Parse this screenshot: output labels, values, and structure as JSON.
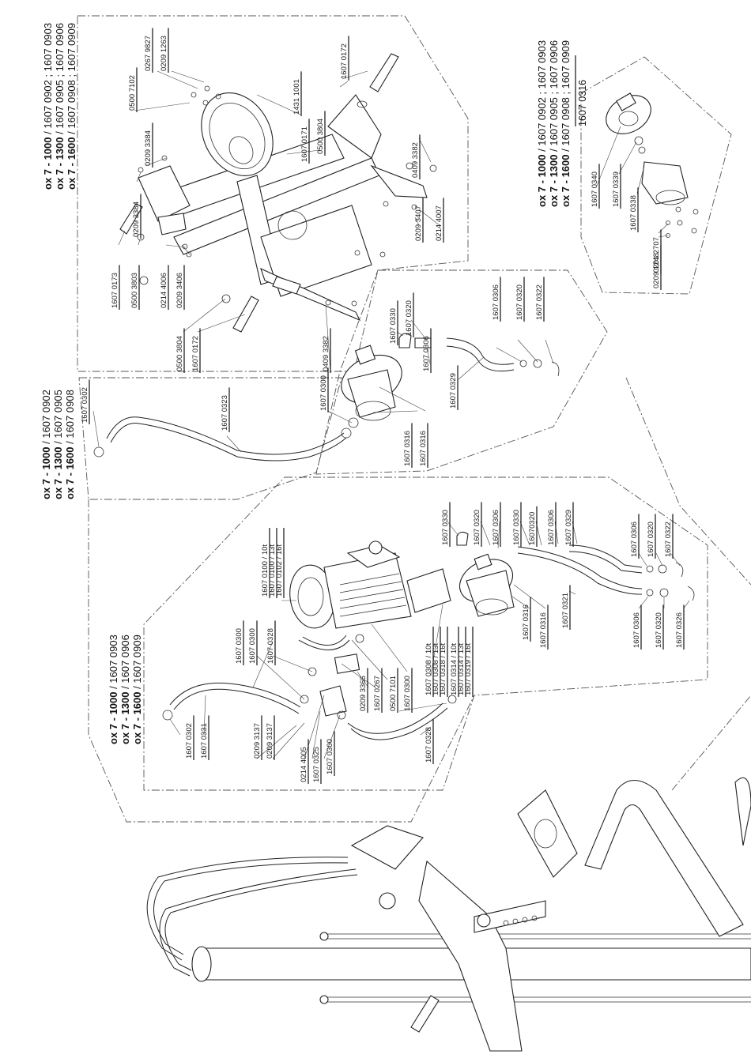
{
  "model_blocks": {
    "top_left": [
      {
        "model": "ox 7 - 1000",
        "codes": "/ 1607 0902 ; 1607 0903"
      },
      {
        "model": "ox 7 - 1300",
        "codes": "/ 1607 0905 ; 1607 0906"
      },
      {
        "model": "ox 7 - 1600",
        "codes": "/ 1607 0908 ; 1607 0909"
      }
    ],
    "top_right": [
      {
        "model": "ox 7 - 1000",
        "codes": "/ 1607 0902 ; 1607 0903"
      },
      {
        "model": "ox 7 - 1300",
        "codes": "/ 1607 0905 ; 1607 0906"
      },
      {
        "model": "ox 7 - 1600",
        "codes": "/ 1607 0908 ; 1607 0909"
      }
    ],
    "middle_left": [
      {
        "model": "ox 7 - 1000",
        "codes": "/ 1607 0902"
      },
      {
        "model": "ox 7 - 1300",
        "codes": "/ 1607 0905"
      },
      {
        "model": "ox 7 - 1600",
        "codes": "/ 1607 0908"
      }
    ],
    "lower_left": [
      {
        "model": "ox 7 - 1000",
        "codes": "/ 1607 0903"
      },
      {
        "model": "ox 7 - 1300",
        "codes": "/ 1607 0906"
      },
      {
        "model": "ox 7 - 1600",
        "codes": "/ 1607 0909"
      }
    ]
  },
  "pump_assembly_title": "1607 0316",
  "labels": {
    "frame": [
      "0500 7102",
      "0267 9827",
      "0209 1263",
      "0209 3384",
      "0209 3384",
      "1431 1001",
      "1607 0171",
      "0500 3804",
      "1607 0172",
      "0409 3382",
      "0209 3407",
      "0214 4007",
      "1607 0173",
      "0500 3803",
      "0214 4006",
      "0209 3406",
      "0500 3804",
      "1607 0172",
      "0409 3382"
    ],
    "pump_detail": [
      "1607 0340",
      "1607 0339",
      "1607 0338",
      "0201 2707",
      "0209 1248"
    ],
    "pto_pump": [
      "1607 0330",
      "1607 0320",
      "1607 0306",
      "1607 0329",
      "1607 0306",
      "1607 0320",
      "1607 0322",
      "1607 0316",
      "1607 0316",
      "1607 0300"
    ],
    "hose_middle": [
      "1607 0302",
      "1607 0323"
    ],
    "electric": [
      "1607 0330",
      "1607 0320",
      "1607 0306",
      "1607 0330",
      "16070320",
      "1607 0306",
      "1607 0329",
      "1607 0306",
      "1607 0320",
      "1607 0322",
      "1607 0321",
      "1607 0306",
      "1607 0320",
      "1607 0326",
      "1607 0316",
      "1607 0316"
    ],
    "motor": [
      "1607 0100 / 10t",
      "1607 0100 / 13t",
      "1607 0102 / 16t"
    ],
    "coupling": [
      "1607 0308 / 10t",
      "1607 0308 / 13t",
      "1607 0318 / 16t"
    ],
    "bell": [
      "1607 0314 / 10t",
      "1607 0314 / 13t",
      "1607 0319 / 16t"
    ],
    "valve": [
      "1607 0300",
      "1607 0300",
      "1607 0328",
      "1607 0300",
      "0500 7101",
      "1607 0267",
      "0209 3365",
      "1607 0328",
      "1607 0300",
      "1607 0325",
      "0214 4005",
      "0209 3137",
      "0209 3137",
      "1607 0331",
      "1607 0302"
    ]
  }
}
